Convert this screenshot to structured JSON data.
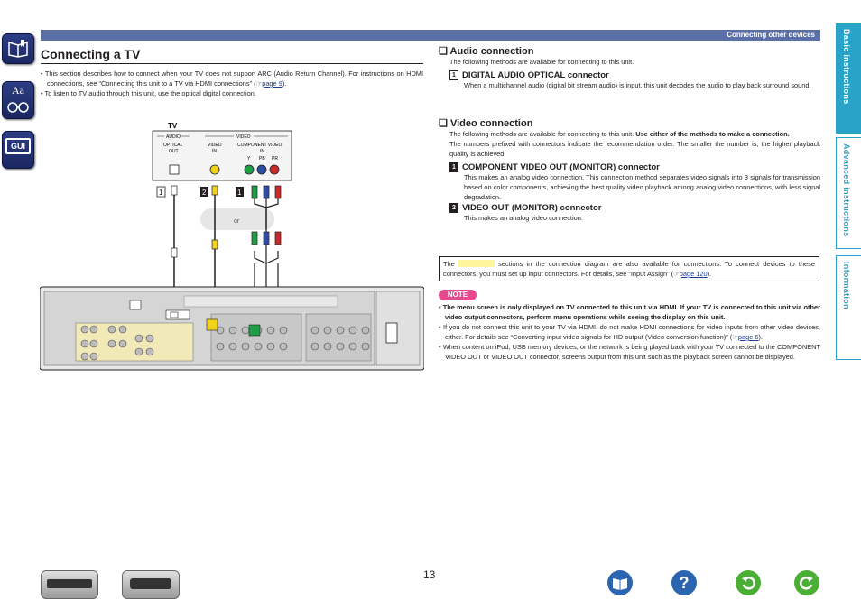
{
  "header": {
    "section": "Connecting other devices"
  },
  "left_nav": [
    {
      "name": "contents-icon"
    },
    {
      "name": "index-icon",
      "label": "Aa"
    },
    {
      "name": "gui-icon",
      "label": "GUI"
    }
  ],
  "right_tabs": [
    {
      "label": "Basic instructions"
    },
    {
      "label": "Advanced instructions"
    },
    {
      "label": "Information"
    }
  ],
  "title": "Connecting a TV",
  "intro": {
    "b1": "This section describes how to connect when your TV does not support ARC (Audio Return Channel). For instructions on HDMI connections, see “Connecting this unit to a TV via HDMI connections” (",
    "b1_link": "page 9",
    "b1_end": ").",
    "b2": "To listen to TV audio through this unit, use the optical digital connection."
  },
  "diagram": {
    "tv_label": "TV",
    "audio_label": "AUDIO",
    "video_label": "VIDEO",
    "optical_out": "OPTICAL\nOUT",
    "video_in": "VIDEO\nIN",
    "component_in": "COMPONENT VIDEO\nIN",
    "y": "Y",
    "pb": "PB",
    "pr": "PR",
    "or": "or",
    "n1": "1",
    "n2": "2",
    "n1b": "1"
  },
  "audio": {
    "heading": "Audio connection",
    "sub": "The following methods are available for connecting to this unit.",
    "num": "1",
    "item_title": "DIGITAL AUDIO OPTICAL connector",
    "item_body": "When a multichannel audio (digital bit stream audio) is input, this unit decodes the audio to play back surround sound."
  },
  "video": {
    "heading": "Video connection",
    "sub_plain": "The following methods are available for connecting to this unit. ",
    "sub_bold": "Use either of the methods to make a connection.",
    "sub2": "The numbers prefixed with connectors indicate the recommendation order. The smaller the number is, the higher playback quality is achieved.",
    "n1": "1",
    "item1_title": "COMPONENT VIDEO OUT (MONITOR) connector",
    "item1_body": "This makes an analog video connection. This connection method separates video signals into 3 signals for transmission based on color components, achieving the best quality video playback among analog video connections, with less signal degradation.",
    "n2": "2",
    "item2_title": "VIDEO OUT (MONITOR) connector",
    "item2_body": "This makes an analog video connection."
  },
  "info_box": {
    "pre": "The",
    "post": "sections in the connection diagram are also available for connections. To connect devices to these connectors, you must set up input connectors. For details, see “Input Assign” (",
    "link": "page 120",
    "end": ").",
    "highlight_color": "#fff59d"
  },
  "note": {
    "label": "NOTE",
    "n1": "The menu screen is only displayed on TV connected to this unit via HDMI. If your TV is connected to this unit via other video output connectors, perform menu operations while seeing the display on this unit.",
    "n2": "If you do not connect this unit to your TV via HDMI, do not make HDMI connections for video inputs from other video devices, either. For details see “Converting input video signals for HD output (Video conversion function)” (",
    "n2_link": "page 6",
    "n2_end": ").",
    "n3": "When content on iPod, USB memory devices, or the network is being played back with your TV connected to the COMPONENT VIDEO OUT or VIDEO OUT connector, screens output from this unit such as the playback screen cannot be displayed."
  },
  "footer": {
    "page": "13"
  },
  "colors": {
    "accent": "#5a6fa6",
    "tab": "#2aa3c9",
    "note": "#e64a8e"
  }
}
